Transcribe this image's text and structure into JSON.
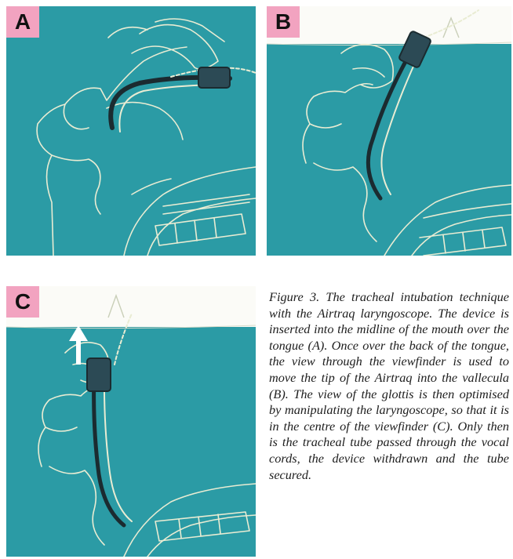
{
  "figure": {
    "background_color": "#2b9ba5",
    "label_color": "#f2a3c0",
    "line_color": "#e9ecd3",
    "panels": [
      {
        "label": "A"
      },
      {
        "label": "B"
      },
      {
        "label": "C"
      }
    ],
    "caption": "Figure 3. The tracheal intubation technique with the Airtraq laryngoscope. The device is inserted into the midline of the mouth over the tongue (A). Once over the back of the tongue, the view through the viewfinder is used to move the tip of the Airtraq into the vallecula (B). The view of the glottis is then optimised by manipulating the laryngoscope, so that it is in the centre of the viewfinder (C). Only then is the tracheal tube passed through the vocal cords, the device withdrawn and the tube secured."
  }
}
